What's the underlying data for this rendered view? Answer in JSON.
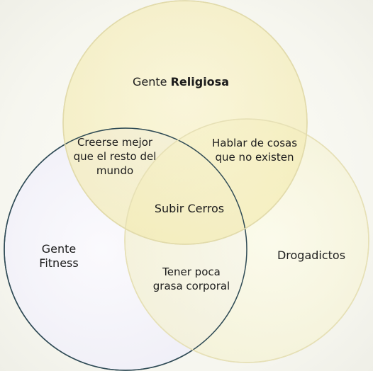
{
  "sets": {
    "religiosa": {
      "label_prefix": "Gente ",
      "label_emphasis": "Religiosa",
      "fill": "#f7efb5",
      "stroke": "#ddd6a8"
    },
    "fitness": {
      "label": "Gente\nFitness",
      "fill": "#f3f1fb",
      "stroke": "#2e4a55"
    },
    "drogadictos": {
      "label": "Drogadictos",
      "fill": "#f8f6d6",
      "stroke": "#e3ddb0"
    }
  },
  "intersections": {
    "religiosa_fitness": "Creerse mejor\nque el resto del\nmundo",
    "religiosa_drogadictos": "Hablar de cosas\nque no existen",
    "fitness_drogadictos": "Tener poca\ngrasa corporal",
    "all": "Subir Cerros"
  }
}
